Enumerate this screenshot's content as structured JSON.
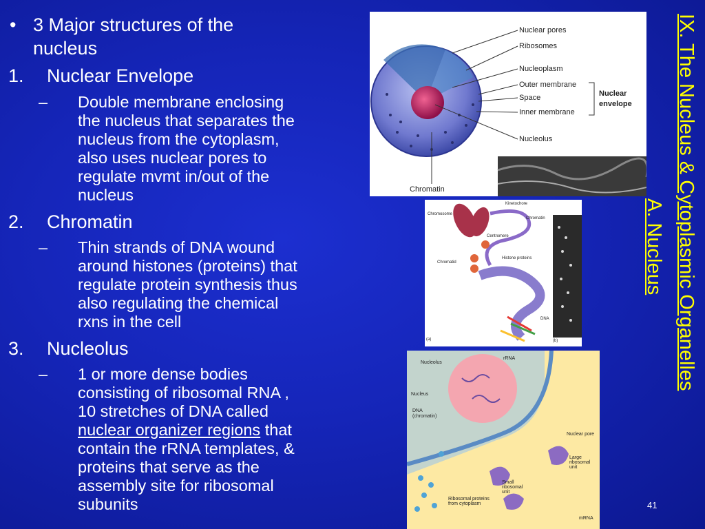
{
  "slide": {
    "title": "IX. The Nucleus & Cytoplasmic Organelles",
    "subtitle": "A. Nucleus",
    "page_number": "41"
  },
  "content": {
    "intro_bullet": "•",
    "intro_line1": "3 Major structures of the",
    "intro_line2": "nucleus",
    "items": [
      {
        "num": "1.",
        "heading": "Nuclear Envelope",
        "dash": "–",
        "desc_lines": [
          "Double membrane enclosing",
          "the nucleus that separates the",
          "nucleus from the cytoplasm,",
          "also uses nuclear pores to",
          "regulate mvmt in/out of the",
          "nucleus"
        ]
      },
      {
        "num": "2.",
        "heading": "Chromatin",
        "dash": "–",
        "desc_lines": [
          "Thin strands of DNA wound",
          "around histones (proteins) that",
          "regulate protein synthesis thus",
          "also regulating the chemical",
          "rxns in the cell"
        ]
      },
      {
        "num": "3.",
        "heading": "Nucleolus",
        "dash": "–",
        "desc_lines": [
          "1 or more dense bodies",
          "consisting of ribosomal RNA ,",
          "10 stretches of DNA called",
          "that",
          "contain the rRNA templates, &",
          "proteins that serve as the",
          "assembly site for ribosomal",
          "subunits"
        ],
        "underlined_term": "nuclear organizer regions"
      }
    ]
  },
  "figure1": {
    "labels": [
      "Nuclear pores",
      "Ribosomes",
      "Nucleoplasm",
      "Outer membrane",
      "Space",
      "Inner membrane",
      "Nucleolus",
      "Chromatin"
    ],
    "bracket_label1": "Nuclear",
    "bracket_label2": "envelope",
    "colors": {
      "nucleus_outer": "#6b73c7",
      "nucleolus": "#c2185b"
    }
  },
  "figure2": {
    "labels": [
      "Kinetochore",
      "Chromosome",
      "Chromatin",
      "Centromere",
      "Chromatid",
      "Histone proteins",
      "DNA",
      "(a)",
      "(b)"
    ]
  },
  "figure3": {
    "labels": [
      "Nucleolus",
      "rRNA",
      "Nucleus",
      "DNA",
      "(chromatin)",
      "Nuclear pore",
      "Large ribosomal unit",
      "Small ribosomal unit",
      "Ribosomal proteins from cytoplasm",
      "mRNA"
    ]
  }
}
